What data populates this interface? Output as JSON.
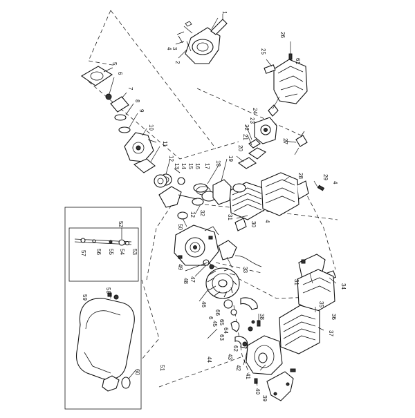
{
  "diagram": {
    "callouts": [
      "1",
      "2",
      "3",
      "4",
      "5",
      "6",
      "7",
      "8",
      "9",
      "10",
      "11",
      "12",
      "13",
      "14",
      "15",
      "16",
      "17",
      "18",
      "19",
      "20",
      "21",
      "22",
      "23",
      "24",
      "25",
      "26",
      "27",
      "28",
      "29",
      "30",
      "31",
      "32",
      "33",
      "34",
      "35",
      "36",
      "37",
      "38",
      "39",
      "40",
      "41",
      "42",
      "43",
      "44",
      "45",
      "46",
      "47",
      "48",
      "49",
      "50",
      "51",
      "52",
      "53",
      "54",
      "55",
      "56",
      "57",
      "58",
      "59",
      "60",
      "61",
      "62",
      "63",
      "64",
      "65",
      "66"
    ],
    "extra_callouts": {
      "four_b": "4",
      "four_c": "4",
      "six_b": "6",
      "twelve_b": "12",
      "thirtyone_b": "31"
    }
  }
}
